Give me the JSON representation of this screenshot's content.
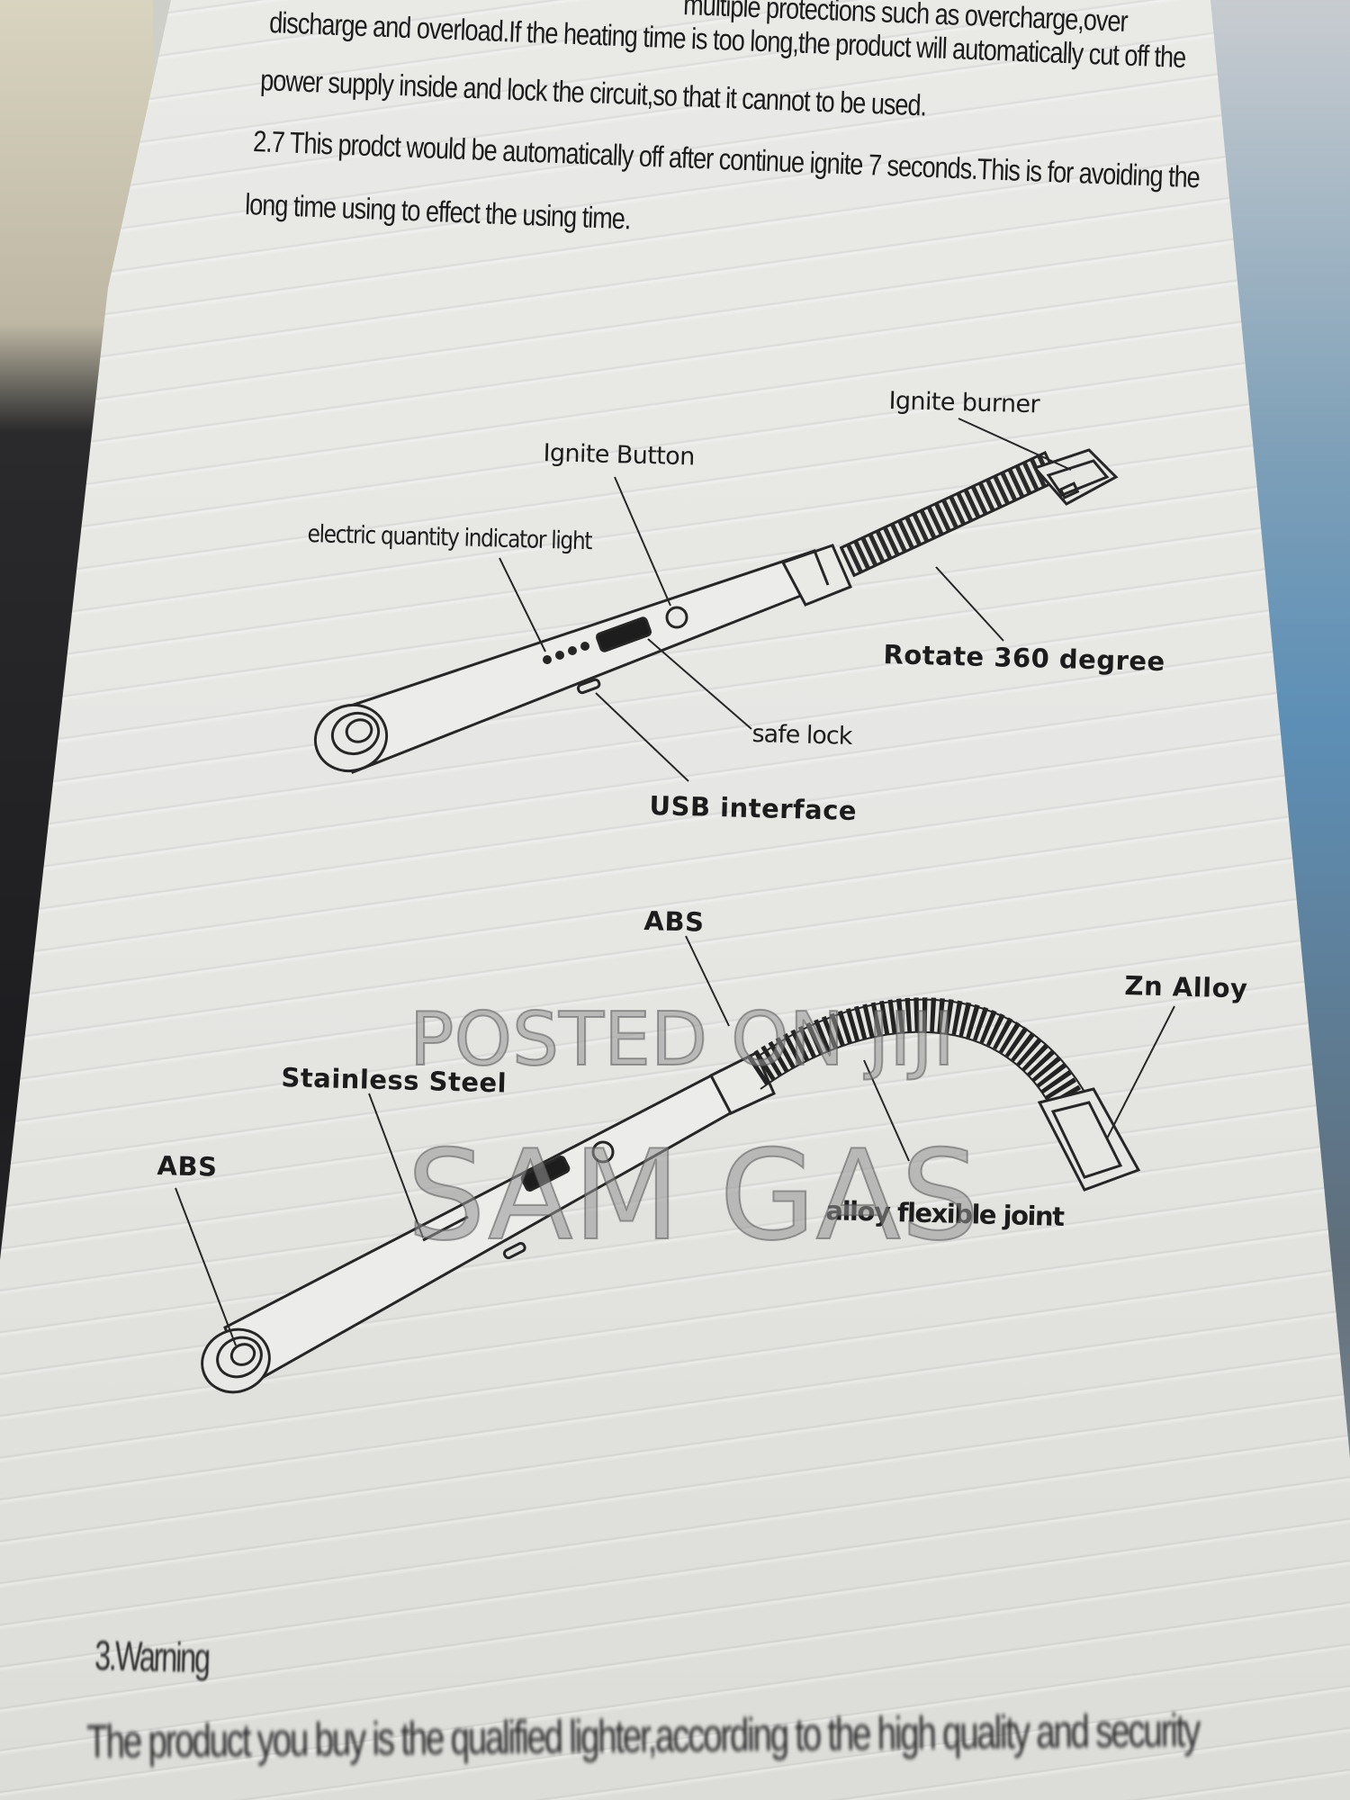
{
  "document": {
    "paragraph_lines": [
      "multiple protections such as overcharge,over",
      "discharge and overload.If the heating time is too long,the product will automatically cut off the",
      "power supply inside and lock the circuit,so that it cannot to be used.",
      "2.7 This prodct would be automatically off after continue ignite 7 seconds.This is for avoiding the",
      "long time using to effect the using time."
    ],
    "diagram_top": {
      "labels": {
        "ignite_burner": "Ignite burner",
        "ignite_button": "Ignite Button",
        "indicator_light": "electric quantity indicator light",
        "rotate": "Rotate 360 degree",
        "safe_lock": "safe lock",
        "usb": "USB interface"
      }
    },
    "diagram_bottom": {
      "labels": {
        "abs_top": "ABS",
        "zn_alloy": "Zn Alloy",
        "stainless_steel": "Stainless Steel",
        "abs_left": "ABS",
        "flexible_joint": "alloy flexible joint"
      }
    },
    "warning_heading": "3.Warning",
    "warning_text": "The product you buy is the qualified lighter,according to the high quality and security"
  },
  "watermark": {
    "line1": "POSTED ON JIJI",
    "line2": "SAM GAS"
  }
}
